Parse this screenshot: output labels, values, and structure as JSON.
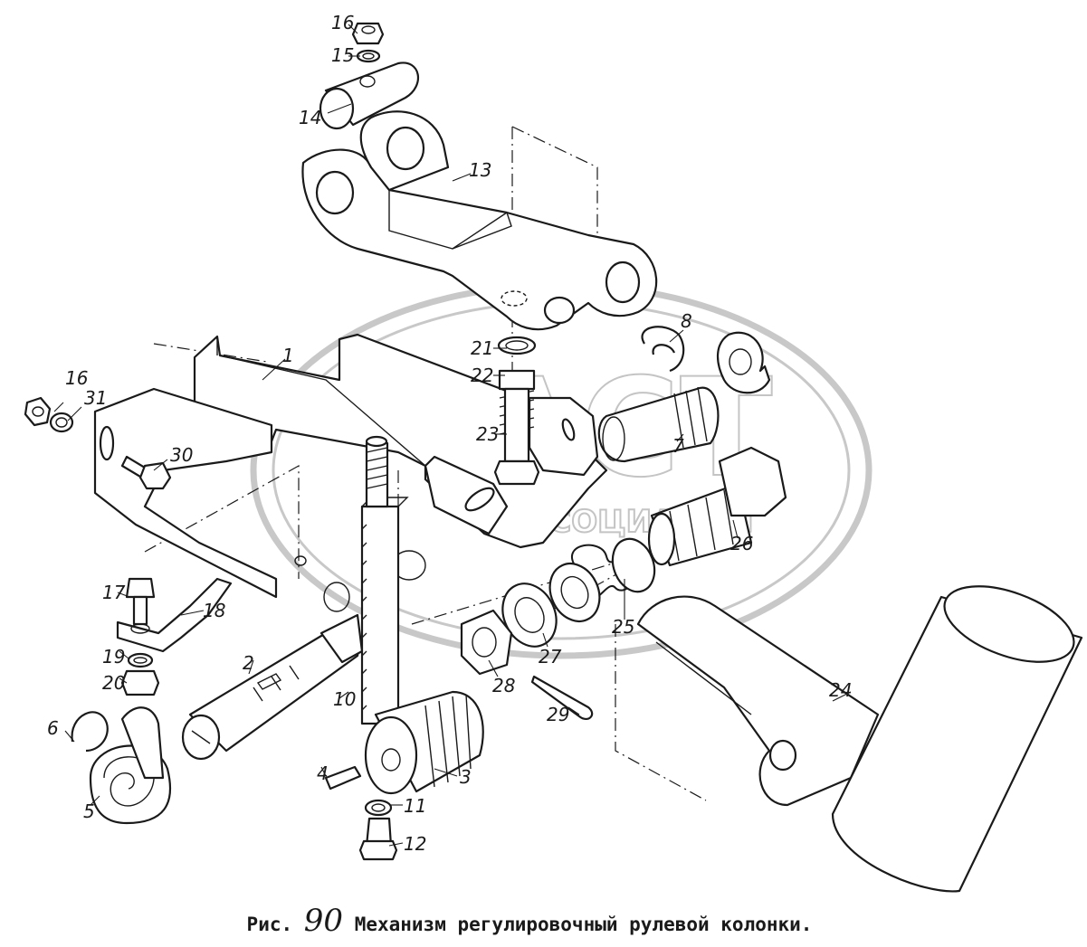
{
  "caption": {
    "prefix": "Рис.",
    "number": "90",
    "title": "Механизм регулировочный рулевой колонки."
  },
  "watermark": {
    "logo_text": "АСТ",
    "sub_text": "АССОЦИАЦИЯ"
  },
  "callouts": {
    "c1": "1",
    "c2": "2",
    "c3": "3",
    "c4": "4",
    "c5": "5",
    "c6": "6",
    "c7": "7",
    "c8": "8",
    "c10": "10",
    "c11": "11",
    "c12": "12",
    "c13": "13",
    "c14": "14",
    "c15": "15",
    "c16a": "16",
    "c16b": "16",
    "c17": "17",
    "c18": "18",
    "c19": "19",
    "c20": "20",
    "c21": "21",
    "c22": "22",
    "c23": "23",
    "c24": "24",
    "c25": "25",
    "c26": "26",
    "c27": "27",
    "c28": "28",
    "c29": "29",
    "c30": "30",
    "c31": "31"
  }
}
